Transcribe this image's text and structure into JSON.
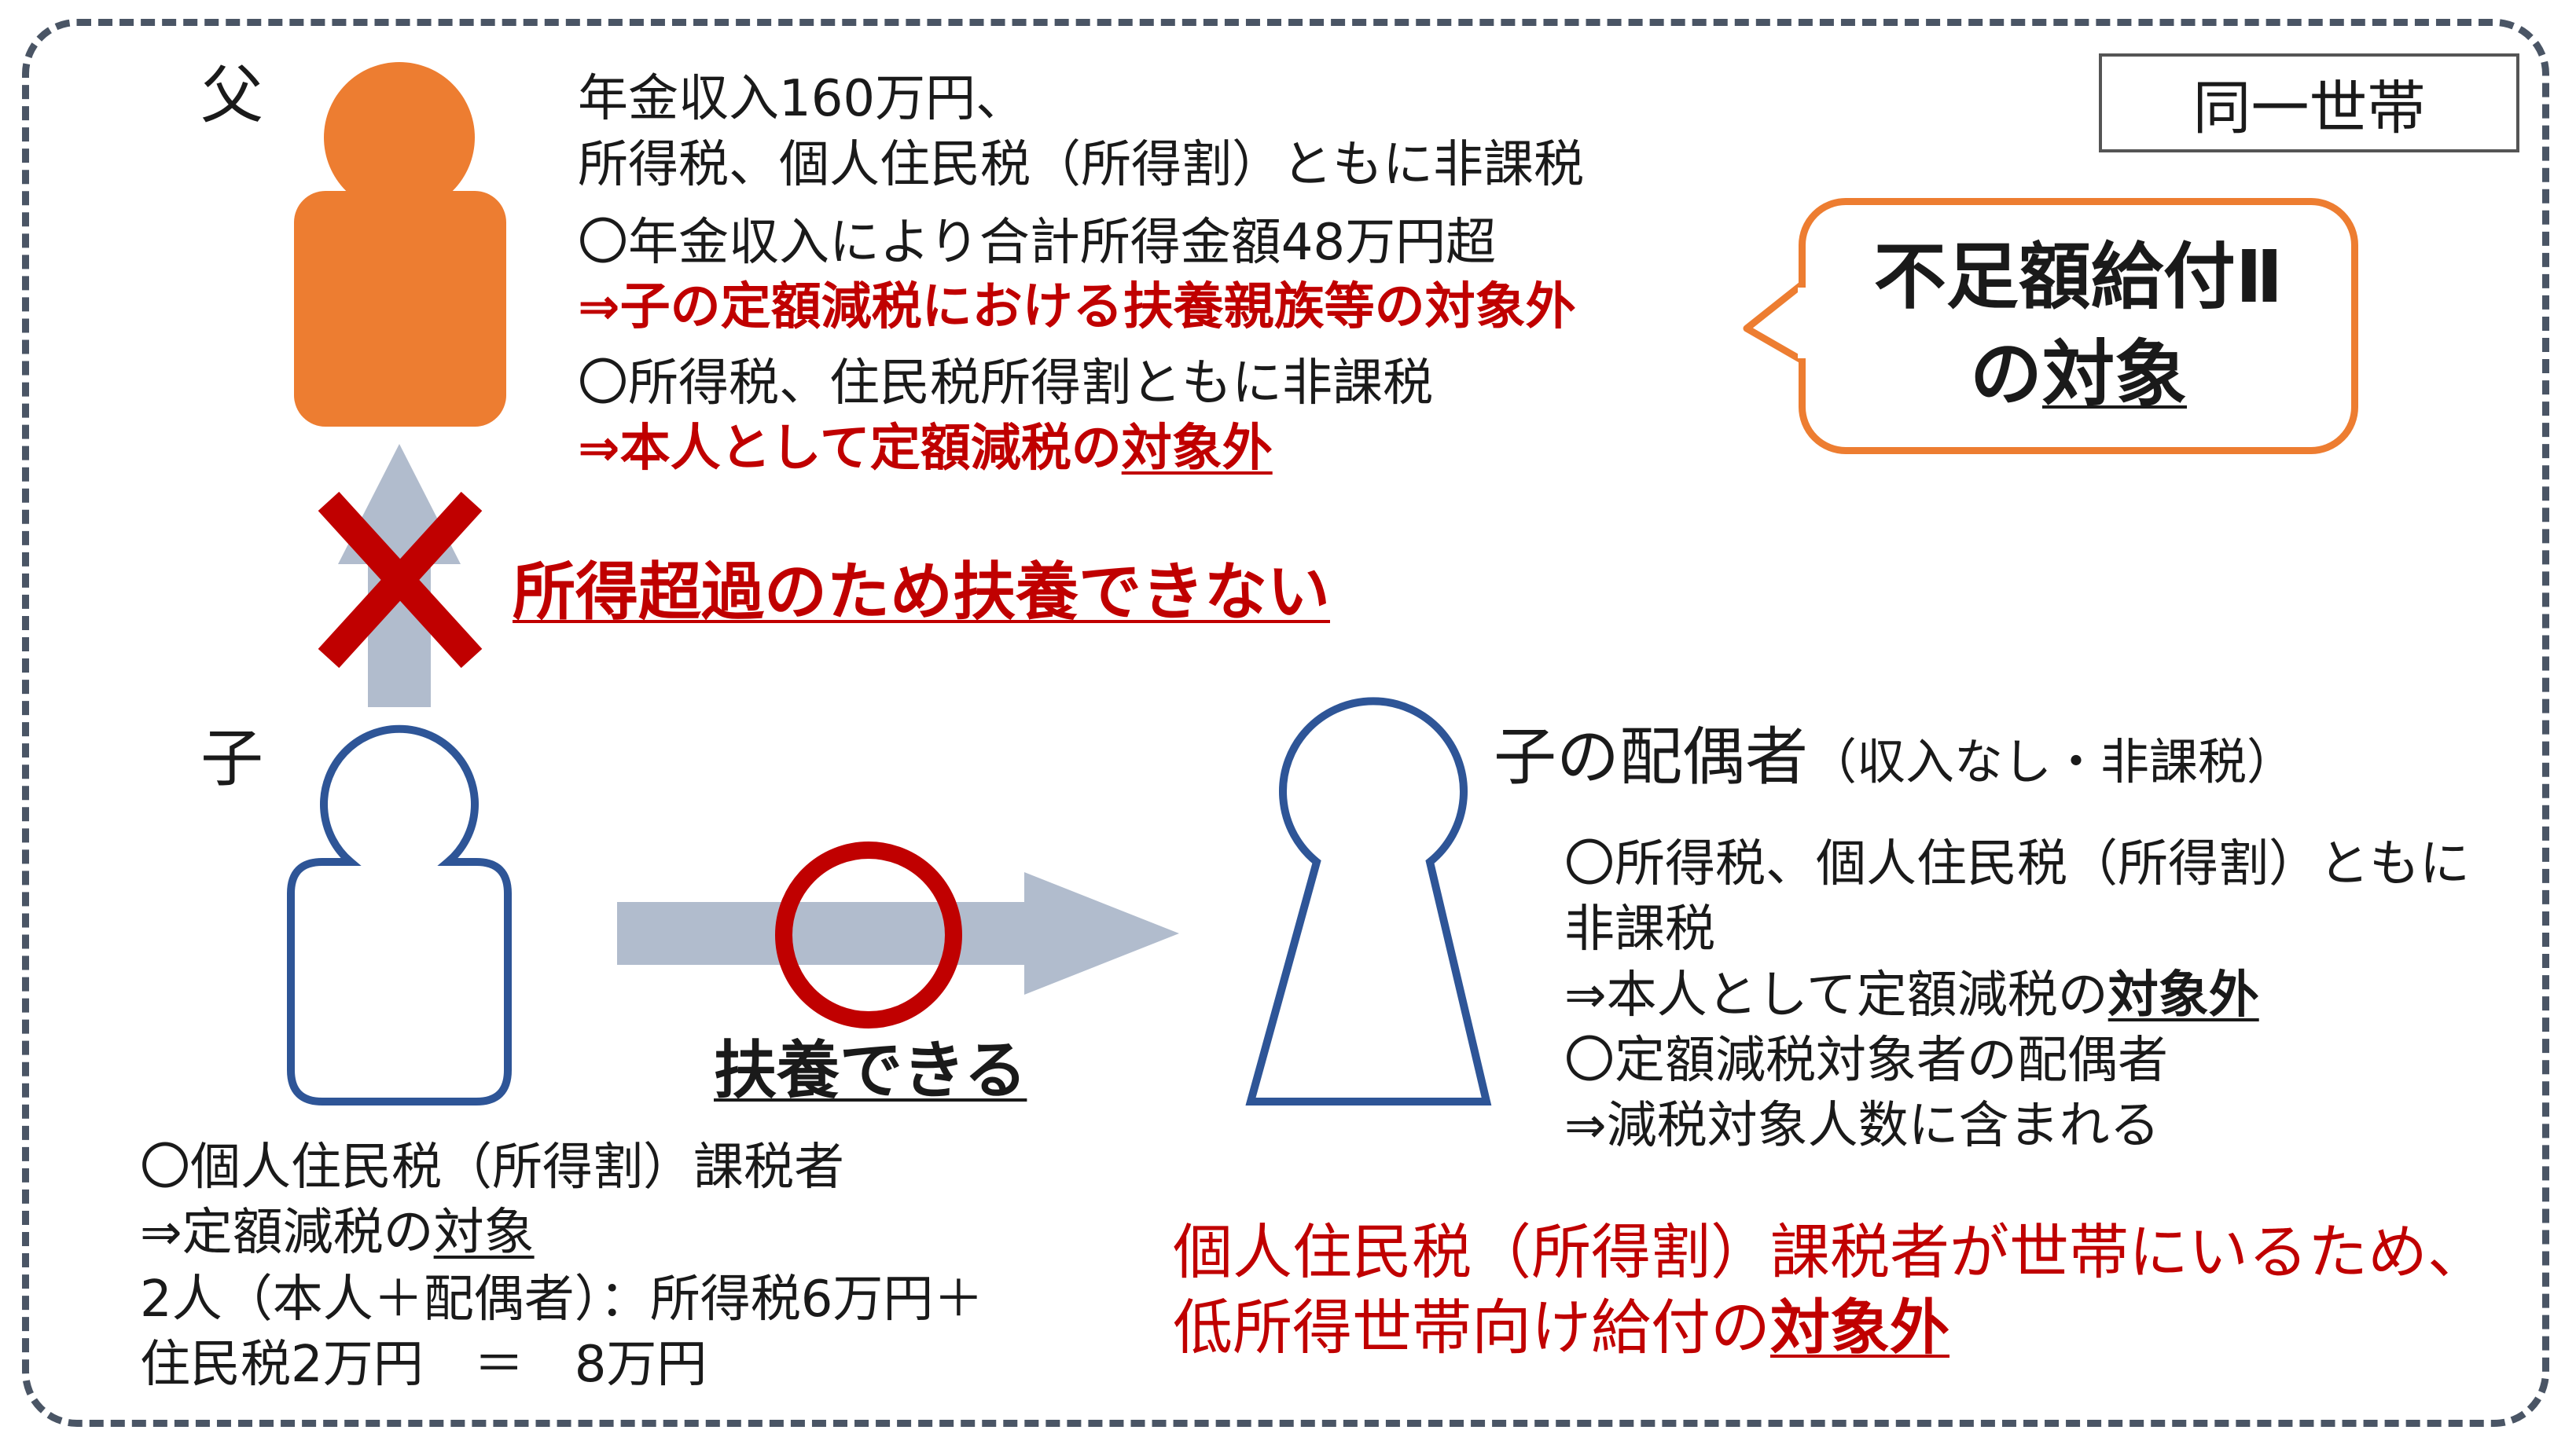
{
  "household_label": "同一世帯",
  "father": {
    "label": "父",
    "line1": "年金収入160万円、",
    "line2": "所得税、個人住民税（所得割）ともに非課税",
    "line3": "〇年金収入により合計所得金額48万円超",
    "line4": "⇒子の定額減税における扶養親族等の対象外",
    "line5": "〇所得税、住民税所得割ともに非課税",
    "line6_prefix": "⇒本人として定額減税の",
    "line6_emph": "対象外"
  },
  "bubble": {
    "line1": "不足額給付Ⅱ",
    "line2_prefix": "の",
    "line2_emph": "対象"
  },
  "no_support_text": "所得超過のため扶養できない",
  "child": {
    "label": "子",
    "line1": "〇個人住民税（所得割）課税者",
    "line2_prefix": "⇒定額減税の",
    "line2_emph": "対象",
    "line3": "2人（本人＋配偶者）：所得税6万円＋",
    "line4": "住民税2万円　＝　8万円"
  },
  "support_ok_text": "扶養できる",
  "spouse": {
    "label": "子の配偶者",
    "label_sub": "（収入なし・非課税）",
    "line1": "〇所得税、個人住民税（所得割）ともに",
    "line2": "非課税",
    "line3_prefix": "⇒本人として定額減税の",
    "line3_emph": "対象外",
    "line4": "〇定額減税対象者の配偶者",
    "line5": "⇒減税対象人数に含まれる"
  },
  "conclusion": {
    "line1": "個人住民税（所得割）課税者が世帯にいるため、",
    "line2_prefix": "低所得世帯向け給付の",
    "line2_emph": "対象外"
  },
  "colors": {
    "father_fill": "#ed7d31",
    "person_outline": "#2e5597",
    "arrow": "#b1bccd",
    "red": "#c00000",
    "frame": "#4a5565"
  }
}
